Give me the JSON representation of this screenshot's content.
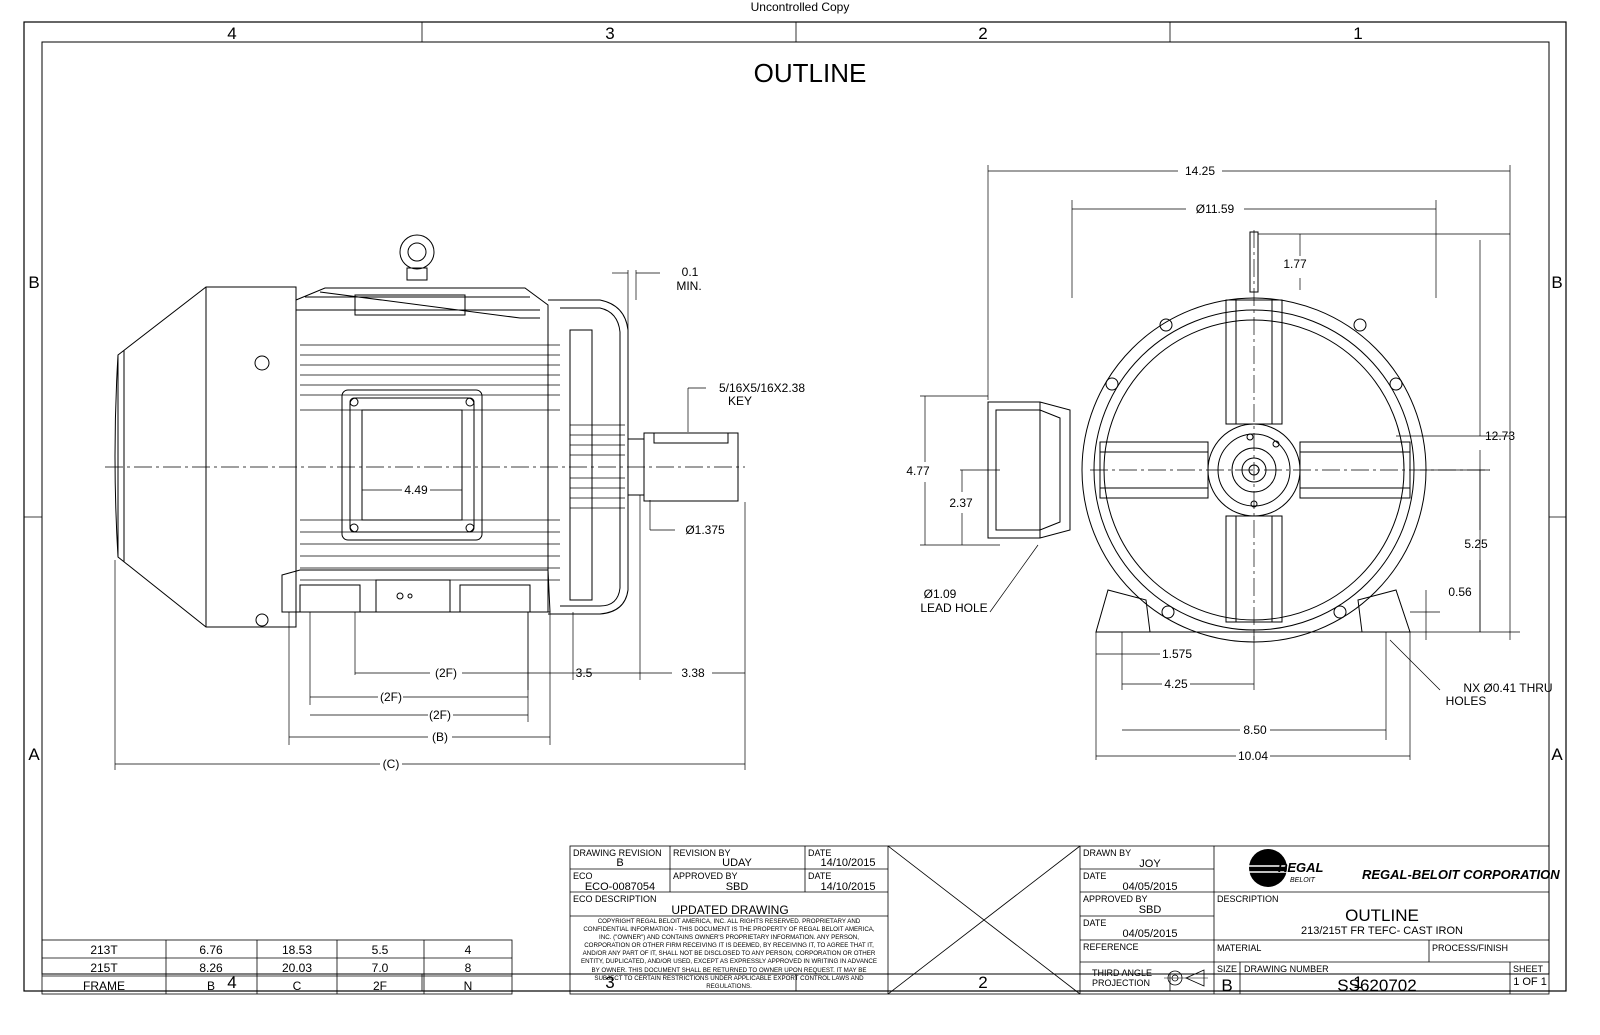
{
  "header_note": "Uncontrolled Copy",
  "title": "OUTLINE",
  "zones": {
    "top": [
      "4",
      "3",
      "2",
      "1"
    ],
    "bottom": [
      "4",
      "3",
      "2",
      "1"
    ],
    "rows": [
      "B",
      "A"
    ]
  },
  "side_view": {
    "dim_min_val": "0.1",
    "dim_min_label": "MIN.",
    "key_line1": "5/16X5/16X2.38",
    "key_line2": "KEY",
    "box_width": "4.49",
    "shaft_dia": "Ø1.375",
    "dim_2f_1": "(2F)",
    "dim_2f_2": "(2F)",
    "dim_2f_3": "(2F)",
    "dim_b": "(B)",
    "dim_c": "(C)",
    "dim_3_5": "3.5",
    "dim_3_38": "3.38"
  },
  "end_view": {
    "d14_25": "14.25",
    "d11_59": "Ø11.59",
    "d1_77": "1.77",
    "d12_73": "12.73",
    "d4_77": "4.77",
    "d2_37": "2.37",
    "d5_25": "5.25",
    "d0_56": "0.56",
    "lead_hole_1": "Ø1.09",
    "lead_hole_2": "LEAD HOLE",
    "d1_575": "1.575",
    "d4_25": "4.25",
    "d8_50": "8.50",
    "d10_04": "10.04",
    "holes_1": "NX Ø0.41 THRU",
    "holes_2": "HOLES"
  },
  "frame_table": {
    "rows": [
      [
        "213T",
        "6.76",
        "18.53",
        "5.5",
        "4"
      ],
      [
        "215T",
        "8.26",
        "20.03",
        "7.0",
        "8"
      ],
      [
        "FRAME",
        "B",
        "C",
        "2F",
        "N"
      ]
    ]
  },
  "title_block": {
    "drawing_revision_label": "DRAWING REVISION",
    "drawing_revision": "B",
    "revision_by_label": "REVISION BY",
    "revision_by": "UDAY",
    "date_label": "DATE",
    "rev_date": "14/10/2015",
    "eco_label": "ECO",
    "eco": "ECO-0087054",
    "approved_by_label": "APPROVED BY",
    "approved_by_rev": "SBD",
    "approved_date": "14/10/2015",
    "eco_description_label": "ECO DESCRIPTION",
    "eco_description": "UPDATED DRAWING",
    "copyright": "COPYRIGHT REGAL BELOIT AMERICA, INC. ALL RIGHTS RESERVED. PROPRIETARY AND CONFIDENTIAL INFORMATION - THIS DOCUMENT IS THE PROPERTY OF REGAL BELOIT AMERICA, INC. (\"OWNER\") AND CONTAINS OWNER'S PROPRIETARY INFORMATION. ANY PERSON, CORPORATION OR OTHER FIRM RECEIVING IT IS DEEMED, BY RECEIVING IT, TO AGREE THAT IT, AND/OR ANY PART OF IT, SHALL NOT BE DISCLOSED TO ANY PERSON, CORPORATION OR OTHER ENTITY, DUPLICATED, AND/OR USED, EXCEPT AS EXPRESSLY APPROVED IN WRITING IN ADVANCE BY OWNER. THIS DOCUMENT SHALL BE RETURNED TO OWNER UPON REQUEST. IT MAY BE SUBJECT TO CERTAIN RESTRICTIONS UNDER APPLICABLE EXPORT CONTROL LAWS AND REGULATIONS.",
    "drawn_by_label": "DRAWN BY",
    "drawn_by": "JOY",
    "drawn_date": "04/05/2015",
    "approved_by_label2": "APPROVED BY",
    "approved_by": "SBD",
    "approved_date2": "04/05/2015",
    "reference_label": "REFERENCE",
    "projection_1": "THIRD ANGLE",
    "projection_2": "PROJECTION",
    "size_label": "SIZE",
    "size": "B",
    "logo_text_1": "REGAL",
    "logo_text_2": "BELOIT",
    "company": "REGAL-BELOIT CORPORATION",
    "description_label": "DESCRIPTION",
    "description_title": "OUTLINE",
    "description_sub": "213/215T FR TEFC- CAST IRON",
    "material_label": "MATERIAL",
    "process_label": "PROCESS/FINISH",
    "drawing_number_label": "DRAWING NUMBER",
    "drawing_number": "SS620702",
    "sheet_label": "SHEET",
    "sheet": "1 OF 1"
  }
}
